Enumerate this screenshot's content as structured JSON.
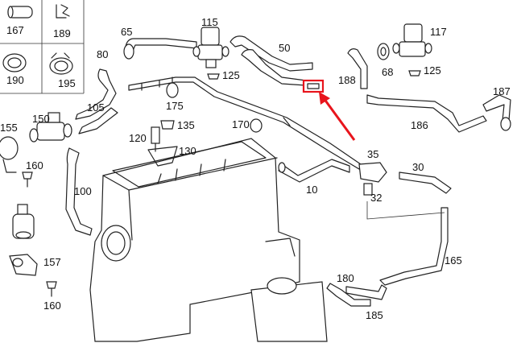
{
  "diagram": {
    "labels": [
      "167",
      "189",
      "190",
      "195",
      "65",
      "80",
      "105",
      "115",
      "125",
      "50",
      "117",
      "68",
      "125",
      "188",
      "187",
      "150",
      "155",
      "160",
      "175",
      "135",
      "120",
      "130",
      "170",
      "186",
      "35",
      "30",
      "10",
      "32",
      "100",
      "157",
      "160",
      "165",
      "180",
      "185"
    ],
    "highlight_color": "#e8141c",
    "line_color": "#222222",
    "background": "#ffffff"
  }
}
